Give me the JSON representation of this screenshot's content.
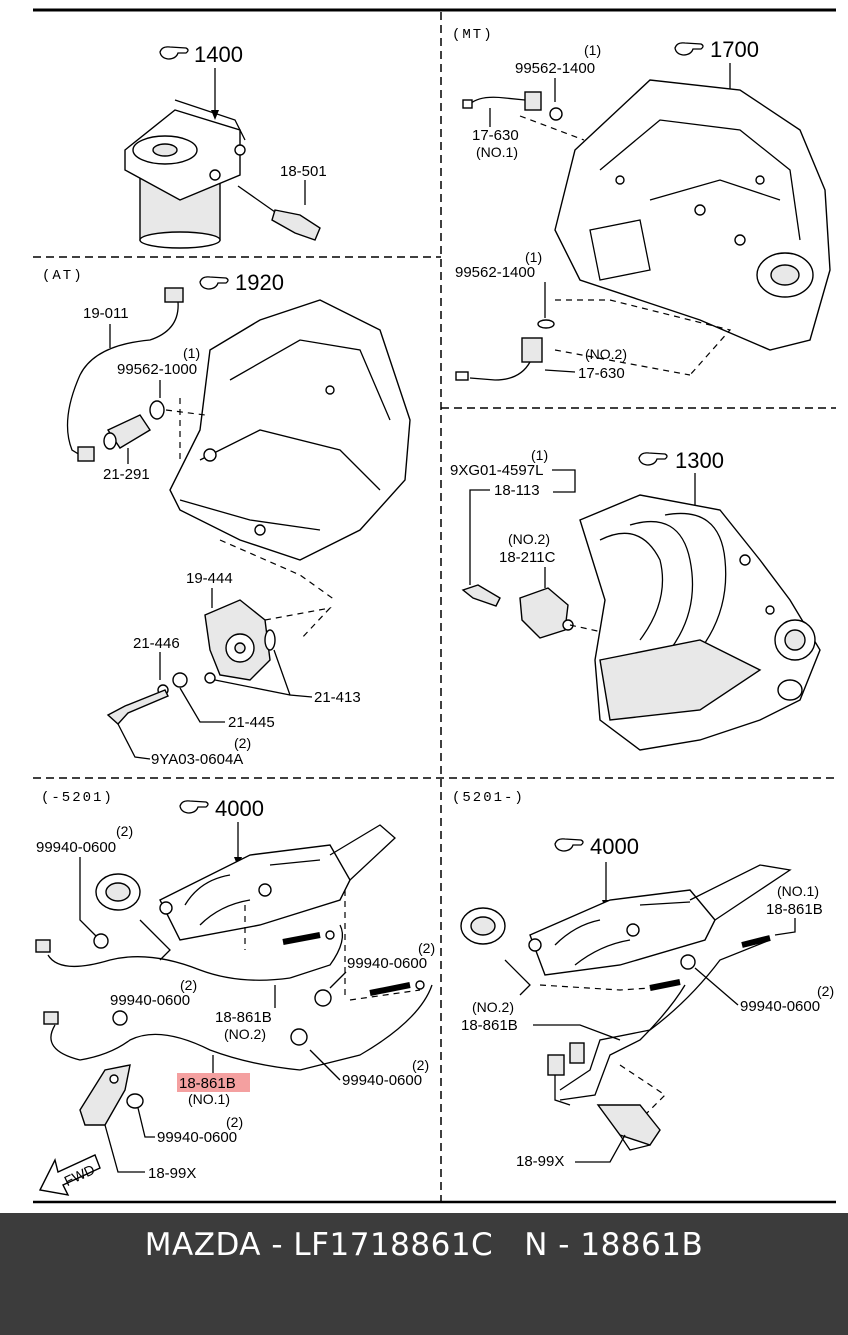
{
  "panels": {
    "p1400": {
      "group": "1400",
      "labels": {
        "sensor": "18-501"
      }
    },
    "p1700": {
      "header": "(MT)",
      "group": "1700",
      "labels": {
        "q1": "(1)",
        "gasket1": "99562-1400",
        "sw1": "17-630",
        "sw1_no": "(NO.1)",
        "q2": "(1)",
        "gasket2": "99562-1400",
        "sw2_no": "(NO.2)",
        "sw2": "17-630"
      }
    },
    "p1920": {
      "header": "(AT)",
      "group": "1920",
      "labels": {
        "harness": "19-011",
        "q1": "(1)",
        "gasket": "99562-1000",
        "sensor": "21-291",
        "switch": "19-444",
        "washer1": "21-446",
        "oring": "21-413",
        "washer2": "21-445",
        "q2": "(2)",
        "bolt": "9YA03-0604A"
      }
    },
    "p1300": {
      "group": "1300",
      "labels": {
        "q1": "(1)",
        "bolt": "9XG01-4597L",
        "bracket": "18-113",
        "no2": "(NO.2)",
        "sensor": "18-211C"
      }
    },
    "p4000a": {
      "header": "(-5201)",
      "group": "4000",
      "labels": {
        "q_a": "(2)",
        "nut_a": "99940-0600",
        "q_b": "(2)",
        "nut_b": "99940-0600",
        "q_c": "(2)",
        "nut_c": "99940-0600",
        "o2_no2": "18-861B",
        "no2": "(NO.2)",
        "q_d": "(2)",
        "nut_d": "99940-0600",
        "o2_no1": "18-861B",
        "no1": "(NO.1)",
        "q_e": "(2)",
        "nut_e": "99940-0600",
        "bracket": "18-99X",
        "fwd": "FWD"
      }
    },
    "p4000b": {
      "header": "(5201-)",
      "group": "4000",
      "labels": {
        "no1": "(NO.1)",
        "o2_no1": "18-861B",
        "q": "(2)",
        "nut": "99940-0600",
        "no2": "(NO.2)",
        "o2_no2": "18-861B",
        "bracket": "18-99X"
      }
    }
  },
  "highlight_color": "#f08080",
  "footer": {
    "brand": "MAZDA",
    "sep": " - ",
    "part_no": "LF1718861C",
    "gap": "   ",
    "alt": "N - 18861B"
  }
}
